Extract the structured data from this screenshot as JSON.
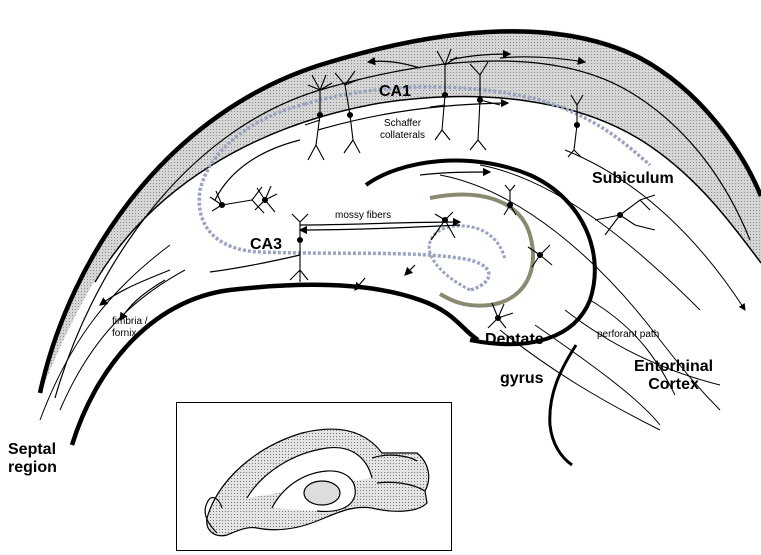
{
  "labels": {
    "ca1": "CA1",
    "schaffer": [
      "Schaffer",
      "collaterals"
    ],
    "subiculum": "Subiculum",
    "mossy_fibers": "mossy fibers",
    "ca3": "CA3",
    "fimbria": [
      "fimbria /",
      "fornix"
    ],
    "dentate": "Dentate",
    "gyrus": "gyrus",
    "perforant_path": "perforant path",
    "entorhinal": [
      "Entorhinal",
      "Cortex"
    ],
    "septal": [
      "Septal",
      "region"
    ]
  },
  "colors": {
    "ink": "#000000",
    "stipple": "#b8b8b8",
    "cell_layer": "#9aa3c0",
    "granule_layer": "#9a9a82"
  }
}
